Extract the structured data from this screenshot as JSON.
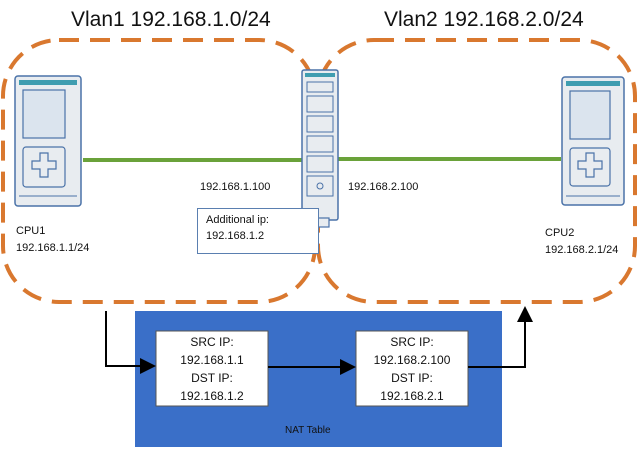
{
  "vlan1": {
    "title": "Vlan1 192.168.1.0/24"
  },
  "vlan2": {
    "title": "Vlan2 192.168.2.0/24"
  },
  "cpu1": {
    "name": "CPU1",
    "ip": "192.168.1.1/24"
  },
  "cpu2": {
    "name": "CPU2",
    "ip": "192.168.2.1/24"
  },
  "switch": {
    "left_ip": "192.168.1.100",
    "right_ip": "192.168.2.100"
  },
  "additional_ip": {
    "line1": "Additional ip:",
    "line2": "192.168.1.2"
  },
  "nat_table": {
    "label": "NAT Table",
    "entry1": {
      "src_label": "SRC IP:",
      "src_ip": "192.168.1.1",
      "dst_label": "DST IP:",
      "dst_ip": "192.168.1.2"
    },
    "entry2": {
      "src_label": "SRC IP:",
      "src_ip": "192.168.2.100",
      "dst_label": "DST IP:",
      "dst_ip": "192.168.2.1"
    }
  },
  "colors": {
    "zone_border": "#d9782f",
    "link": "#6aa23a",
    "nat_fill": "#3a6fc8",
    "device_body": "#e8ecf0",
    "device_outline": "#4a72a8",
    "device_top": "#3f9db0"
  }
}
